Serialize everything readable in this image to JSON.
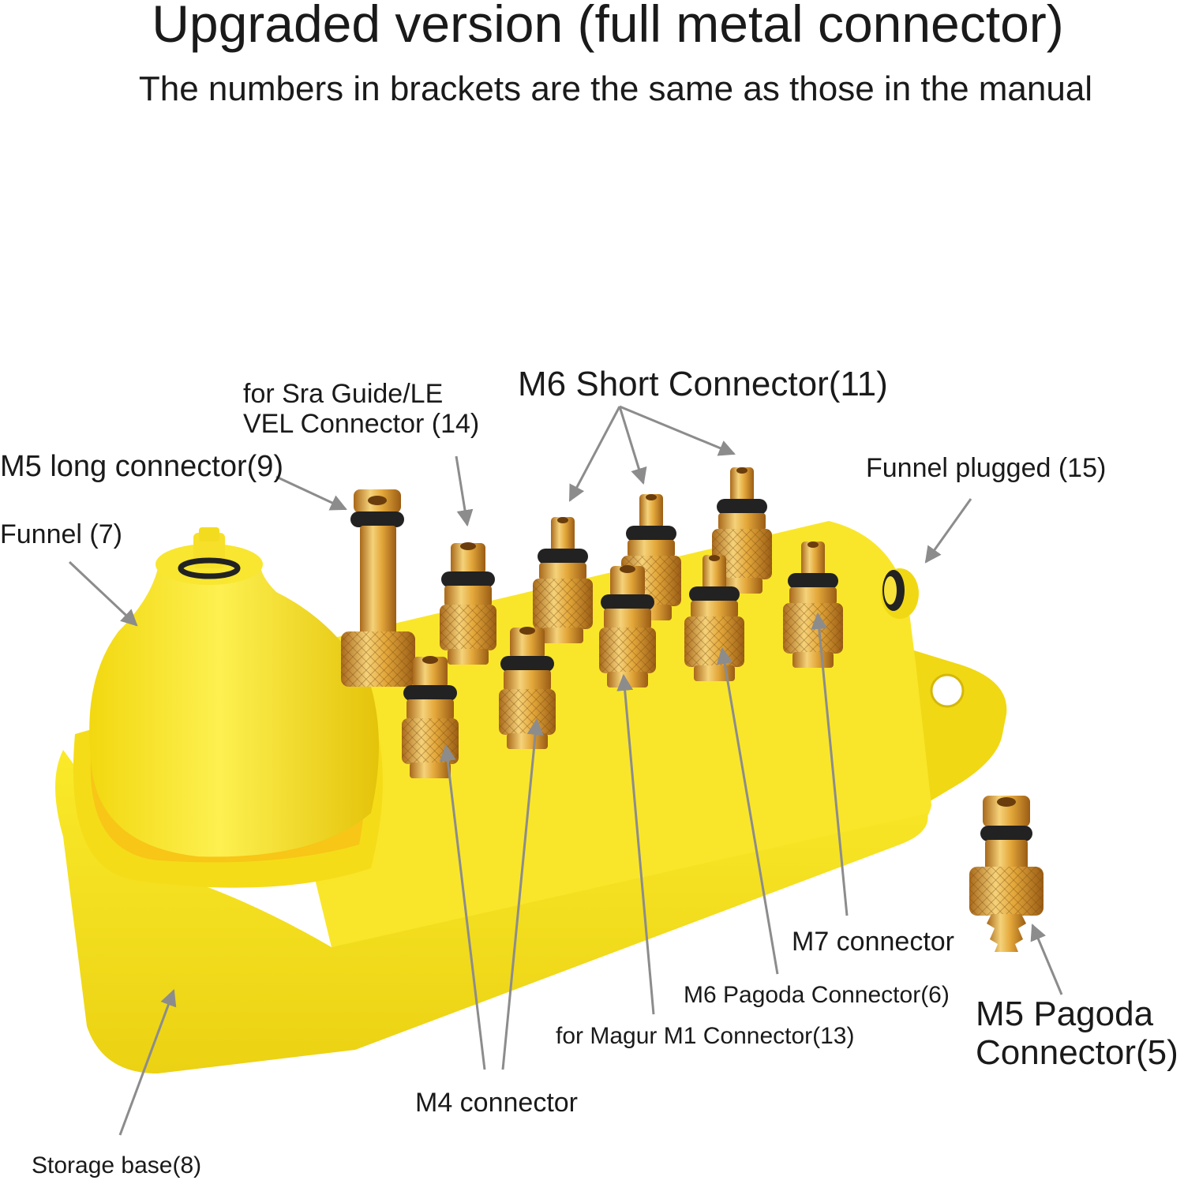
{
  "header": {
    "title": "Upgraded version (full metal connector)",
    "subtitle": "The numbers in brackets are the same as those in the manual"
  },
  "labels": {
    "sram_line1": "for Sra Guide/LE",
    "sram_line2": "VEL Connector (14)",
    "m6_short": "M6 Short Connector(11)",
    "m5_long": "M5 long connector(9)",
    "funnel": "Funnel (7)",
    "funnel_plugged": "Funnel plugged (15)",
    "m7": "M7 connector",
    "m6_pagoda": "M6 Pagoda Connector(6)",
    "m5_pagoda_line1": "M5 Pagoda",
    "m5_pagoda_line2": "Connector(5)",
    "magura": "for Magur M1 Connector(13)",
    "m4": "M4 connector",
    "storage_base": "Storage base(8)"
  },
  "colors": {
    "base_yellow": "#f6e51c",
    "base_shade": "#e5c70d",
    "brass": "#d79a2a",
    "brass_light": "#f5d27a",
    "oring": "#222222",
    "arrow": "#8c8c8c"
  }
}
